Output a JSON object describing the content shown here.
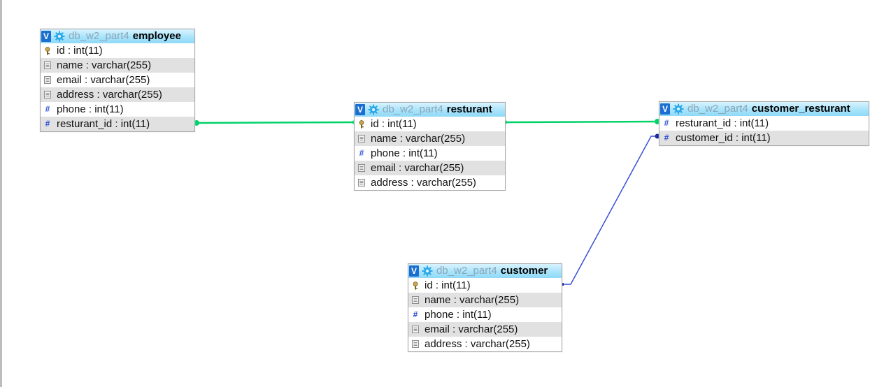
{
  "tables": [
    {
      "id": "employee",
      "toggle": "V",
      "db": "db_w2_part4",
      "name": "employee",
      "columns": [
        {
          "icon": "key-icon",
          "label": "id : int(11)"
        },
        {
          "icon": "text-icon",
          "label": "name : varchar(255)"
        },
        {
          "icon": "text-icon",
          "label": "email : varchar(255)"
        },
        {
          "icon": "text-icon",
          "label": "address : varchar(255)"
        },
        {
          "icon": "hash-icon",
          "label": "phone : int(11)"
        },
        {
          "icon": "hash-icon",
          "label": "resturant_id : int(11)"
        }
      ]
    },
    {
      "id": "resturant",
      "toggle": "V",
      "db": "db_w2_part4",
      "name": "resturant",
      "columns": [
        {
          "icon": "key-icon",
          "label": "id : int(11)"
        },
        {
          "icon": "text-icon",
          "label": "name : varchar(255)"
        },
        {
          "icon": "hash-icon",
          "label": "phone : int(11)"
        },
        {
          "icon": "text-icon",
          "label": "email : varchar(255)"
        },
        {
          "icon": "text-icon",
          "label": "address : varchar(255)"
        }
      ]
    },
    {
      "id": "customer_resturant",
      "toggle": "V",
      "db": "db_w2_part4",
      "name": "customer_resturant",
      "columns": [
        {
          "icon": "hash-icon",
          "label": "resturant_id : int(11)"
        },
        {
          "icon": "hash-icon",
          "label": "customer_id : int(11)"
        }
      ]
    },
    {
      "id": "customer",
      "toggle": "V",
      "db": "db_w2_part4",
      "name": "customer",
      "columns": [
        {
          "icon": "key-icon",
          "label": "id : int(11)"
        },
        {
          "icon": "text-icon",
          "label": "name : varchar(255)"
        },
        {
          "icon": "hash-icon",
          "label": "phone : int(11)"
        },
        {
          "icon": "text-icon",
          "label": "email : varchar(255)"
        },
        {
          "icon": "text-icon",
          "label": "address : varchar(255)"
        }
      ]
    }
  ],
  "relations": [
    {
      "from": "employee.resturant_id",
      "to": "resturant.id",
      "color": "#00d26a"
    },
    {
      "from": "customer_resturant.resturant_id",
      "to": "resturant.id",
      "color": "#00d26a"
    },
    {
      "from": "customer_resturant.customer_id",
      "to": "customer.id",
      "color": "#3a4fd6"
    }
  ],
  "colors": {
    "header_gradient_top": "#d9f3ff",
    "header_gradient_bottom": "#8fd9f7",
    "toggle_bg": "#1a6fd0",
    "gear": "#2aa7e6",
    "alt_row": "#e1e1e1",
    "hash": "#2a4bd6"
  }
}
